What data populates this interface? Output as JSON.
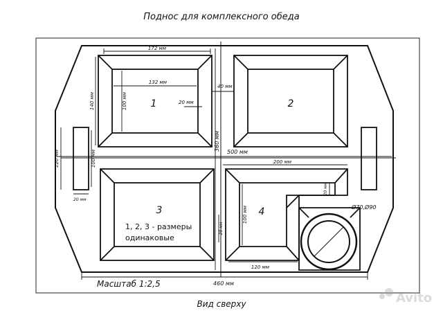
{
  "title": "Поднос для комплексного обеда",
  "view_caption": "Вид сверху",
  "scale_label": "Масштаб 1:2,5",
  "watermark": "Avito",
  "compartments": {
    "c1": "1",
    "c2": "2",
    "c3": "3",
    "c4": "4"
  },
  "note": {
    "line1": "1, 2, 3 - размеры",
    "line2": "одинаковые"
  },
  "dimensions": {
    "top_width": "172 мм",
    "inner_width": "132 мм",
    "outer_height": "140 мм",
    "inner_height": "100 мм",
    "rim": "20 мм",
    "gap": "40 мм",
    "total_height": "360 мм",
    "total_width": "500 мм",
    "bottom_width": "460 мм",
    "handle_outer": "120 мм",
    "handle_inner": "100 мм",
    "handle_width": "20 мм",
    "c4_width": "200 мм",
    "c4_small": "20 мм",
    "c4_inner_height": "100 мм",
    "c4_bottom": "120 мм",
    "gap_lower": "20 мм",
    "cup_diameter": "Ø70,Ø90"
  }
}
